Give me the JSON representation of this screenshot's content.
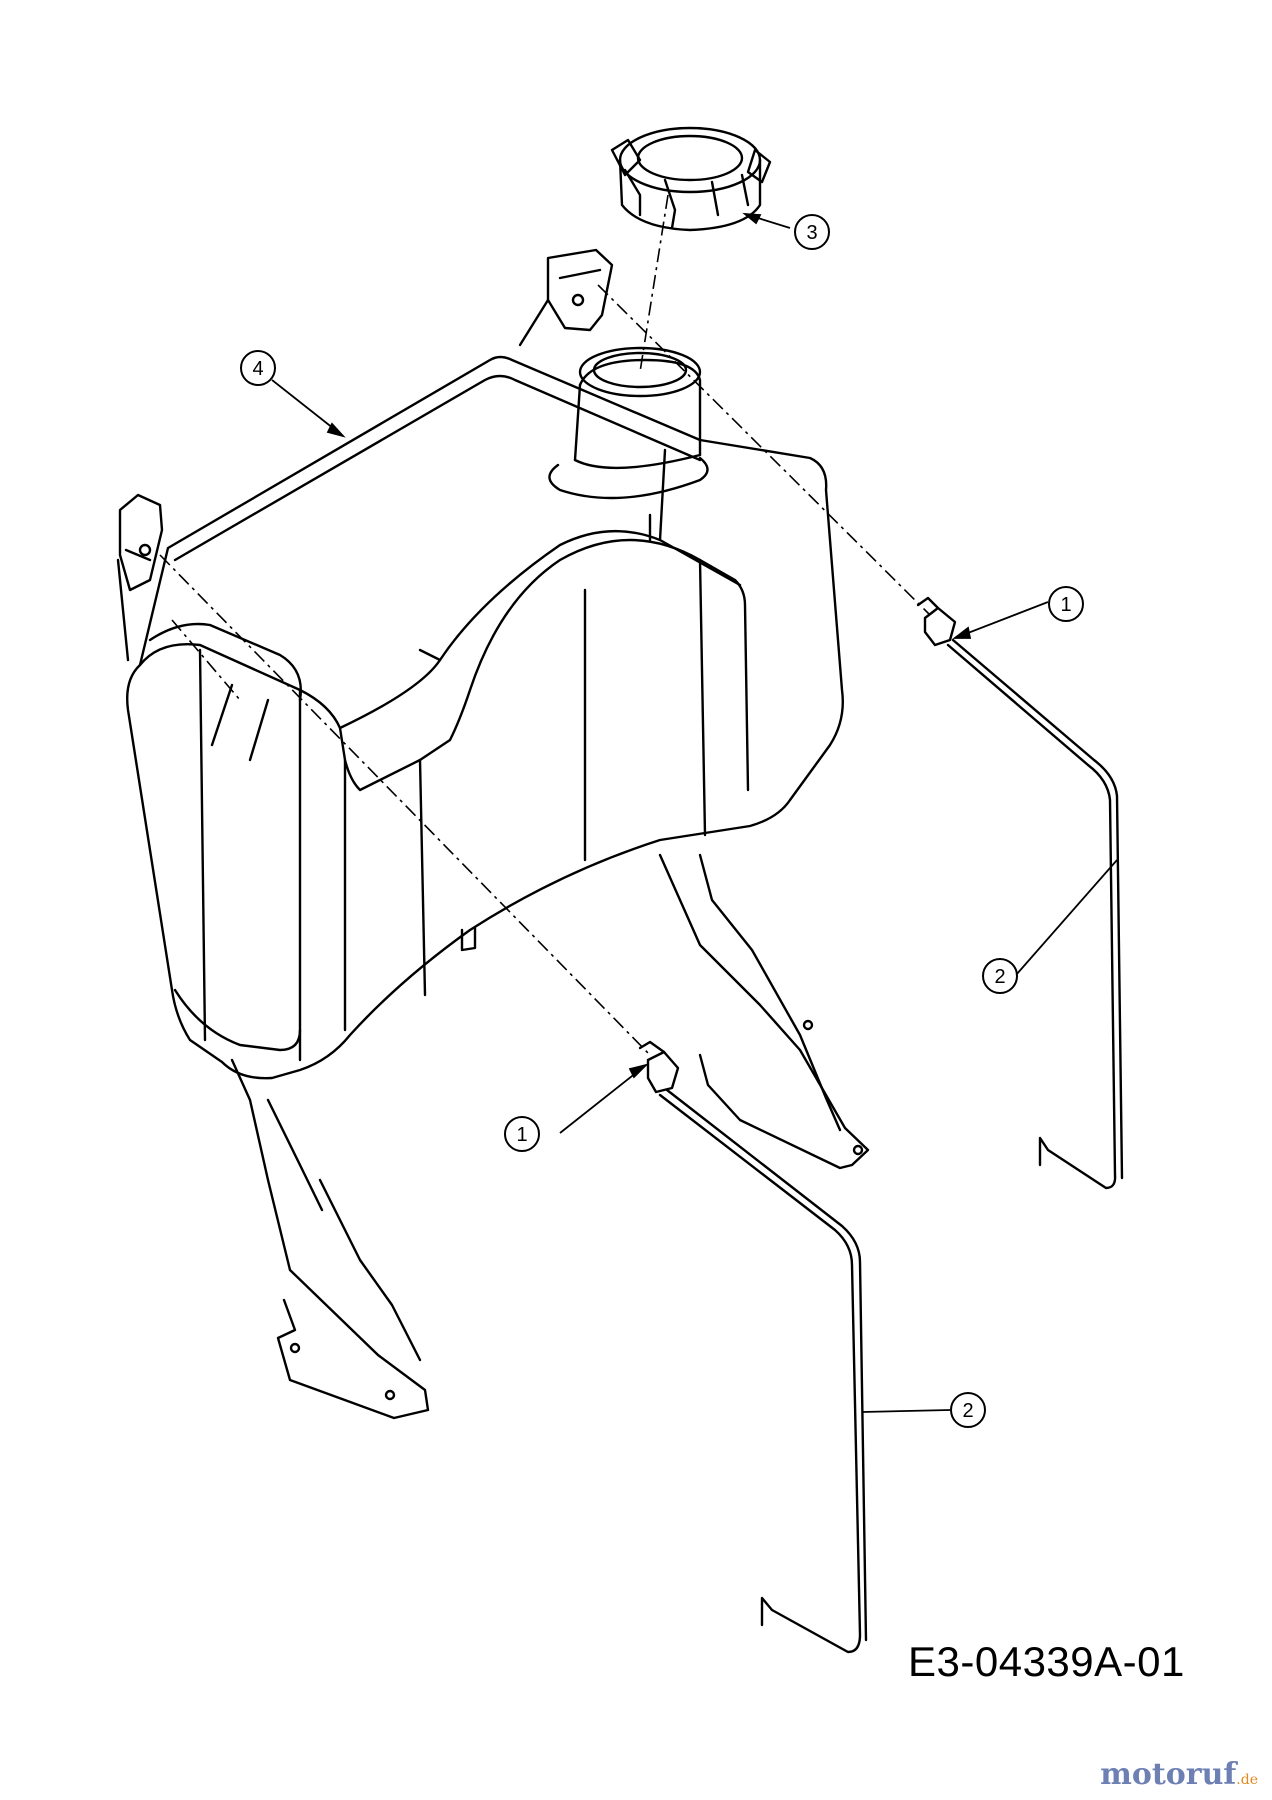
{
  "drawing_number": "E3-04339A-01",
  "watermark": {
    "brand": "motoruf",
    "suffix": ".de"
  },
  "callouts": [
    {
      "id": "callout-4",
      "label": "4"
    },
    {
      "id": "callout-3",
      "label": "3"
    },
    {
      "id": "callout-1-top",
      "label": "1"
    },
    {
      "id": "callout-2-right",
      "label": "2"
    },
    {
      "id": "callout-1-bottom",
      "label": "1"
    },
    {
      "id": "callout-2-bottom",
      "label": "2"
    }
  ],
  "colors": {
    "line": "#000000",
    "background": "#ffffff",
    "watermark": "#6d7fb3",
    "watermark_accent": "#e08a20"
  }
}
